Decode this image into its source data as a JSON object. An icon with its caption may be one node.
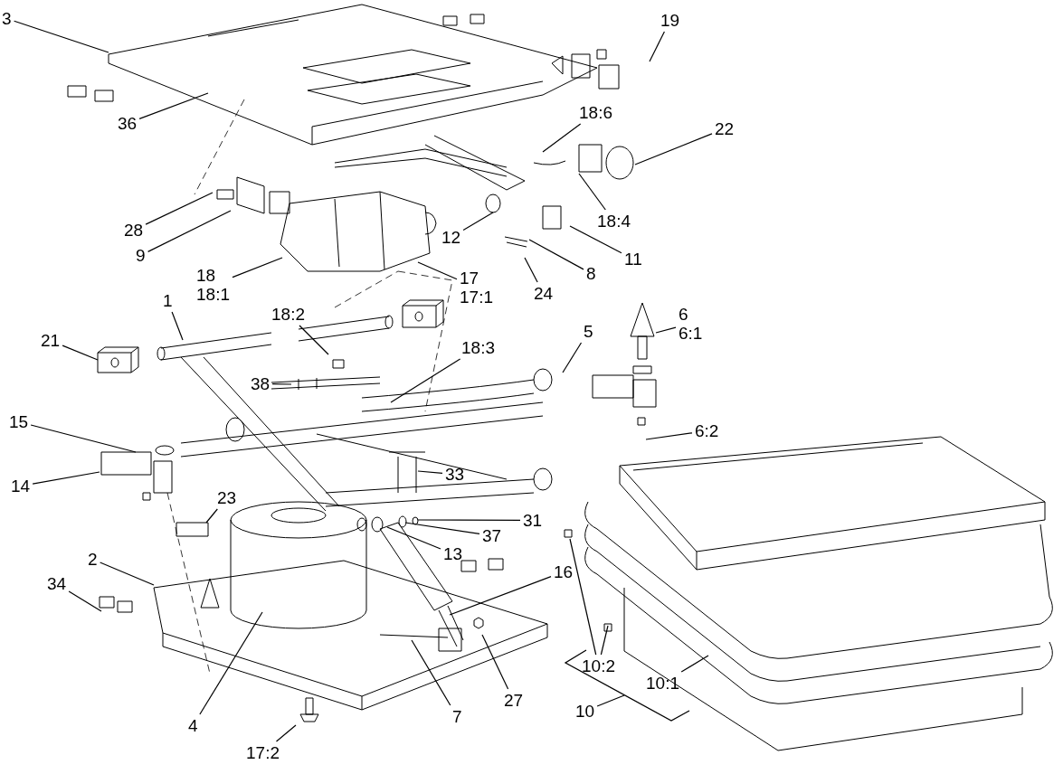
{
  "diagram": {
    "nodes": [
      {
        "text": [
          "3"
        ]
      },
      {
        "text": [
          "19"
        ]
      },
      {
        "text": [
          "22"
        ]
      },
      {
        "text": [
          "18:6"
        ]
      },
      {
        "text": [
          "36"
        ]
      },
      {
        "text": [
          "18:4"
        ]
      },
      {
        "text": [
          "28"
        ]
      },
      {
        "text": [
          "12"
        ]
      },
      {
        "text": [
          "9"
        ]
      },
      {
        "text": [
          "11"
        ]
      },
      {
        "text": [
          "18",
          "18:1"
        ]
      },
      {
        "text": [
          "8"
        ]
      },
      {
        "text": [
          "17",
          "17:1"
        ]
      },
      {
        "text": [
          "24"
        ]
      },
      {
        "text": [
          "1"
        ]
      },
      {
        "text": [
          "18:2"
        ]
      },
      {
        "text": [
          "6",
          "6:1"
        ]
      },
      {
        "text": [
          "21"
        ]
      },
      {
        "text": [
          "5"
        ]
      },
      {
        "text": [
          "18:3"
        ]
      },
      {
        "text": [
          "38"
        ]
      },
      {
        "text": [
          "15"
        ]
      },
      {
        "text": [
          "6:2"
        ]
      },
      {
        "text": [
          "33"
        ]
      },
      {
        "text": [
          "14"
        ]
      },
      {
        "text": [
          "23"
        ]
      },
      {
        "text": [
          "31"
        ]
      },
      {
        "text": [
          "37"
        ]
      },
      {
        "text": [
          "13"
        ]
      },
      {
        "text": [
          "2"
        ]
      },
      {
        "text": [
          "16"
        ]
      },
      {
        "text": [
          "34"
        ]
      },
      {
        "text": [
          "10:2"
        ]
      },
      {
        "text": [
          "10:1"
        ]
      },
      {
        "text": [
          "27"
        ]
      },
      {
        "text": [
          "7"
        ]
      },
      {
        "text": [
          "10"
        ]
      },
      {
        "text": [
          "4"
        ]
      },
      {
        "text": [
          "17:2"
        ]
      }
    ],
    "edges": [
      {
        "from": 0,
        "to": null,
        "arrow": "none"
      },
      {
        "from": 1,
        "to": null,
        "arrow": "none"
      },
      {
        "from": 2,
        "to": null,
        "arrow": "none"
      },
      {
        "from": 3,
        "to": null,
        "arrow": "none"
      },
      {
        "from": 4,
        "to": null,
        "arrow": "none"
      },
      {
        "from": 5,
        "to": null,
        "arrow": "none"
      },
      {
        "from": 6,
        "to": null,
        "arrow": "none"
      },
      {
        "from": 7,
        "to": null,
        "arrow": "none"
      },
      {
        "from": 8,
        "to": null,
        "arrow": "none"
      },
      {
        "from": 9,
        "to": null,
        "arrow": "none"
      },
      {
        "from": 10,
        "to": null,
        "arrow": "none"
      },
      {
        "from": 11,
        "to": null,
        "arrow": "none"
      },
      {
        "from": 12,
        "to": null,
        "arrow": "none"
      },
      {
        "from": 13,
        "to": null,
        "arrow": "none"
      },
      {
        "from": 14,
        "to": null,
        "arrow": "none"
      },
      {
        "from": 15,
        "to": null,
        "arrow": "none"
      },
      {
        "from": 16,
        "to": null,
        "arrow": "none"
      },
      {
        "from": 17,
        "to": null,
        "arrow": "none"
      },
      {
        "from": 18,
        "to": null,
        "arrow": "none"
      },
      {
        "from": 19,
        "to": null,
        "arrow": "none"
      },
      {
        "from": 20,
        "to": null,
        "arrow": "none"
      },
      {
        "from": 21,
        "to": null,
        "arrow": "none"
      },
      {
        "from": 22,
        "to": null,
        "arrow": "none"
      },
      {
        "from": 23,
        "to": null,
        "arrow": "none"
      },
      {
        "from": 24,
        "to": null,
        "arrow": "none"
      },
      {
        "from": 25,
        "to": null,
        "arrow": "none"
      },
      {
        "from": 26,
        "to": null,
        "arrow": "none"
      },
      {
        "from": 27,
        "to": null,
        "arrow": "none"
      },
      {
        "from": 28,
        "to": null,
        "arrow": "none"
      },
      {
        "from": 29,
        "to": null,
        "arrow": "none"
      },
      {
        "from": 30,
        "to": null,
        "arrow": "none"
      },
      {
        "from": 31,
        "to": null,
        "arrow": "none"
      },
      {
        "from": 32,
        "to": null,
        "arrow": "none"
      },
      {
        "from": 32,
        "to": null,
        "arrow": "none"
      },
      {
        "from": 33,
        "to": null,
        "arrow": "none"
      },
      {
        "from": 34,
        "to": null,
        "arrow": "none"
      },
      {
        "from": 35,
        "to": null,
        "arrow": "none"
      },
      {
        "from": 36,
        "to": null,
        "arrow": "none"
      },
      {
        "from": 37,
        "to": null,
        "arrow": "none"
      },
      {
        "from": 38,
        "to": null,
        "arrow": "none"
      }
    ]
  }
}
